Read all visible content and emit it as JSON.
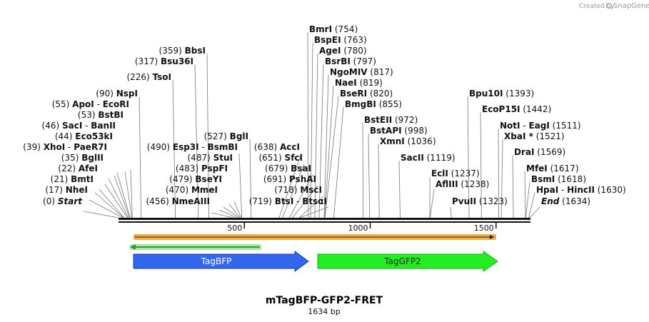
{
  "watermark": {
    "prefix": "Created by",
    "brand": "SnapGene"
  },
  "map": {
    "title": "mTagBFP-GFP2-FRET",
    "length_label": "1634 bp",
    "length": 1634,
    "ticks": [
      "500",
      "1000",
      "1500"
    ],
    "tick_values": [
      500,
      1000,
      1500
    ]
  },
  "sites": [
    {
      "pos": 0,
      "pos_label": "(0)",
      "name": "Start",
      "italic": true
    },
    {
      "pos": 17,
      "pos_label": "(17)",
      "name": "NheI"
    },
    {
      "pos": 21,
      "pos_label": "(21)",
      "name": "BmtI"
    },
    {
      "pos": 22,
      "pos_label": "(22)",
      "name": "AfeI"
    },
    {
      "pos": 35,
      "pos_label": "(35)",
      "name": "BglII"
    },
    {
      "pos": 39,
      "pos_label": "(39)",
      "name": "XhoI",
      "name2": "PaeR7I"
    },
    {
      "pos": 44,
      "pos_label": "(44)",
      "name": "Eco53kI"
    },
    {
      "pos": 46,
      "pos_label": "(46)",
      "name": "SacI",
      "name2": "BanII"
    },
    {
      "pos": 53,
      "pos_label": "(53)",
      "name": "BstBI"
    },
    {
      "pos": 55,
      "pos_label": "(55)",
      "name": "ApoI",
      "name2": "EcoRI"
    },
    {
      "pos": 90,
      "pos_label": "(90)",
      "name": "NspI"
    },
    {
      "pos": 226,
      "pos_label": "(226)",
      "name": "TsoI"
    },
    {
      "pos": 317,
      "pos_label": "(317)",
      "name": "Bsu36I"
    },
    {
      "pos": 359,
      "pos_label": "(359)",
      "name": "BbsI"
    },
    {
      "pos": 456,
      "pos_label": "(456)",
      "name": "NmeAIII"
    },
    {
      "pos": 470,
      "pos_label": "(470)",
      "name": "MmeI"
    },
    {
      "pos": 479,
      "pos_label": "(479)",
      "name": "BseYI"
    },
    {
      "pos": 483,
      "pos_label": "(483)",
      "name": "PspFI"
    },
    {
      "pos": 487,
      "pos_label": "(487)",
      "name": "StuI"
    },
    {
      "pos": 490,
      "pos_label": "(490)",
      "name": "Esp3I",
      "name2": "BsmBI"
    },
    {
      "pos": 527,
      "pos_label": "(527)",
      "name": "BglI"
    },
    {
      "pos": 638,
      "pos_label": "(638)",
      "name": "AccI"
    },
    {
      "pos": 651,
      "pos_label": "(651)",
      "name": "SfcI"
    },
    {
      "pos": 679,
      "pos_label": "(679)",
      "name": "BsaI"
    },
    {
      "pos": 691,
      "pos_label": "(691)",
      "name": "PshAI"
    },
    {
      "pos": 718,
      "pos_label": "(718)",
      "name": "MscI"
    },
    {
      "pos": 719,
      "pos_label": "(719)",
      "name": "BtsI",
      "name2": "BtsαI"
    },
    {
      "pos": 754,
      "pos_label": "(754)",
      "name": "BmrI"
    },
    {
      "pos": 763,
      "pos_label": "(763)",
      "name": "BspEI"
    },
    {
      "pos": 780,
      "pos_label": "(780)",
      "name": "AgeI"
    },
    {
      "pos": 797,
      "pos_label": "(797)",
      "name": "BsrBI"
    },
    {
      "pos": 817,
      "pos_label": "(817)",
      "name": "NgoMIV"
    },
    {
      "pos": 819,
      "pos_label": "(819)",
      "name": "NaeI"
    },
    {
      "pos": 820,
      "pos_label": "(820)",
      "name": "BseRI"
    },
    {
      "pos": 855,
      "pos_label": "(855)",
      "name": "BmgBI"
    },
    {
      "pos": 972,
      "pos_label": "(972)",
      "name": "BstEII"
    },
    {
      "pos": 998,
      "pos_label": "(998)",
      "name": "BstAPI"
    },
    {
      "pos": 1036,
      "pos_label": "(1036)",
      "name": "XmnI"
    },
    {
      "pos": 1119,
      "pos_label": "(1119)",
      "name": "SacII"
    },
    {
      "pos": 1237,
      "pos_label": "(1237)",
      "name": "EclI"
    },
    {
      "pos": 1238,
      "pos_label": "(1238)",
      "name": "AflIII"
    },
    {
      "pos": 1323,
      "pos_label": "(1323)",
      "name": "PvuII"
    },
    {
      "pos": 1393,
      "pos_label": "(1393)",
      "name": "Bpu10I"
    },
    {
      "pos": 1442,
      "pos_label": "(1442)",
      "name": "EcoP15I"
    },
    {
      "pos": 1511,
      "pos_label": "(1511)",
      "name": "NotI",
      "name2": "EagI"
    },
    {
      "pos": 1521,
      "pos_label": "(1521)",
      "name": "XbaI *"
    },
    {
      "pos": 1569,
      "pos_label": "(1569)",
      "name": "DraI"
    },
    {
      "pos": 1617,
      "pos_label": "(1617)",
      "name": "MfeI"
    },
    {
      "pos": 1618,
      "pos_label": "(1618)",
      "name": "BsmI"
    },
    {
      "pos": 1630,
      "pos_label": "(1630)",
      "name": "HpaI",
      "name2": "HincII"
    },
    {
      "pos": 1634,
      "pos_label": "(1634)",
      "name": "End",
      "italic": true
    }
  ],
  "features": [
    {
      "name": "TagBFP",
      "color": "#3366ee",
      "text_color": "#ffffff"
    },
    {
      "name": "TagGFP2",
      "color": "#22ee22",
      "text_color": "#2a2a2a"
    }
  ],
  "colors": {
    "orange_bar": "#f0a020",
    "green_bar": "#31a031"
  }
}
